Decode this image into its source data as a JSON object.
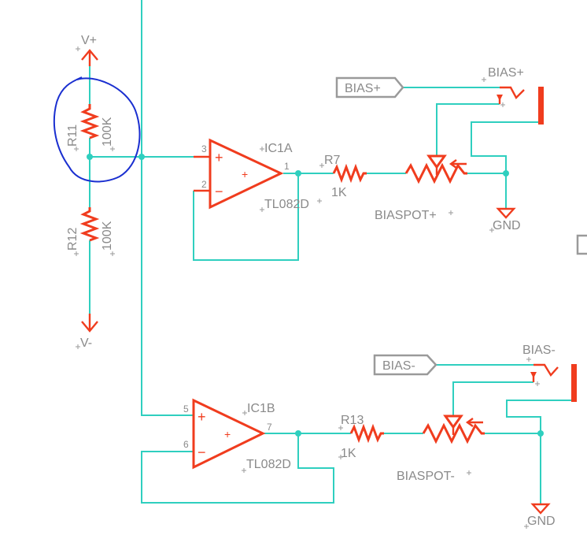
{
  "labels": {
    "vplus": "V+",
    "vminus": "V-",
    "r11": "R11",
    "r11_value": "100K",
    "r12": "R12",
    "r12_value": "100K",
    "ic1a": "IC1A",
    "ic1a_part": "TL082D",
    "ic1b": "IC1B",
    "ic1b_part": "TL082D",
    "r7": "R7",
    "r7_value": "1K",
    "r13": "R13",
    "r13_value": "1K",
    "biaspot_plus": "BIASPOT+",
    "biaspot_minus": "BIASPOT-",
    "bias_plus_tag": "BIAS+",
    "bias_minus_tag": "BIAS-",
    "bias_plus_jack": "BIAS+",
    "bias_minus_jack": "BIAS-",
    "gnd_top": "GND",
    "gnd_bottom": "GND",
    "pins": {
      "ic1a_in_plus": "3",
      "ic1a_in_minus": "2",
      "ic1a_out": "1",
      "ic1b_in_plus": "5",
      "ic1b_in_minus": "6",
      "ic1b_out": "7"
    },
    "opamp_plus": "+",
    "opamp_minus": "−",
    "opamp_center": "+"
  },
  "colors": {
    "wire": "#2fcfbf",
    "part": "#f03c1e",
    "text": "#8a8a8a",
    "annotation": "#1a2fd0"
  }
}
